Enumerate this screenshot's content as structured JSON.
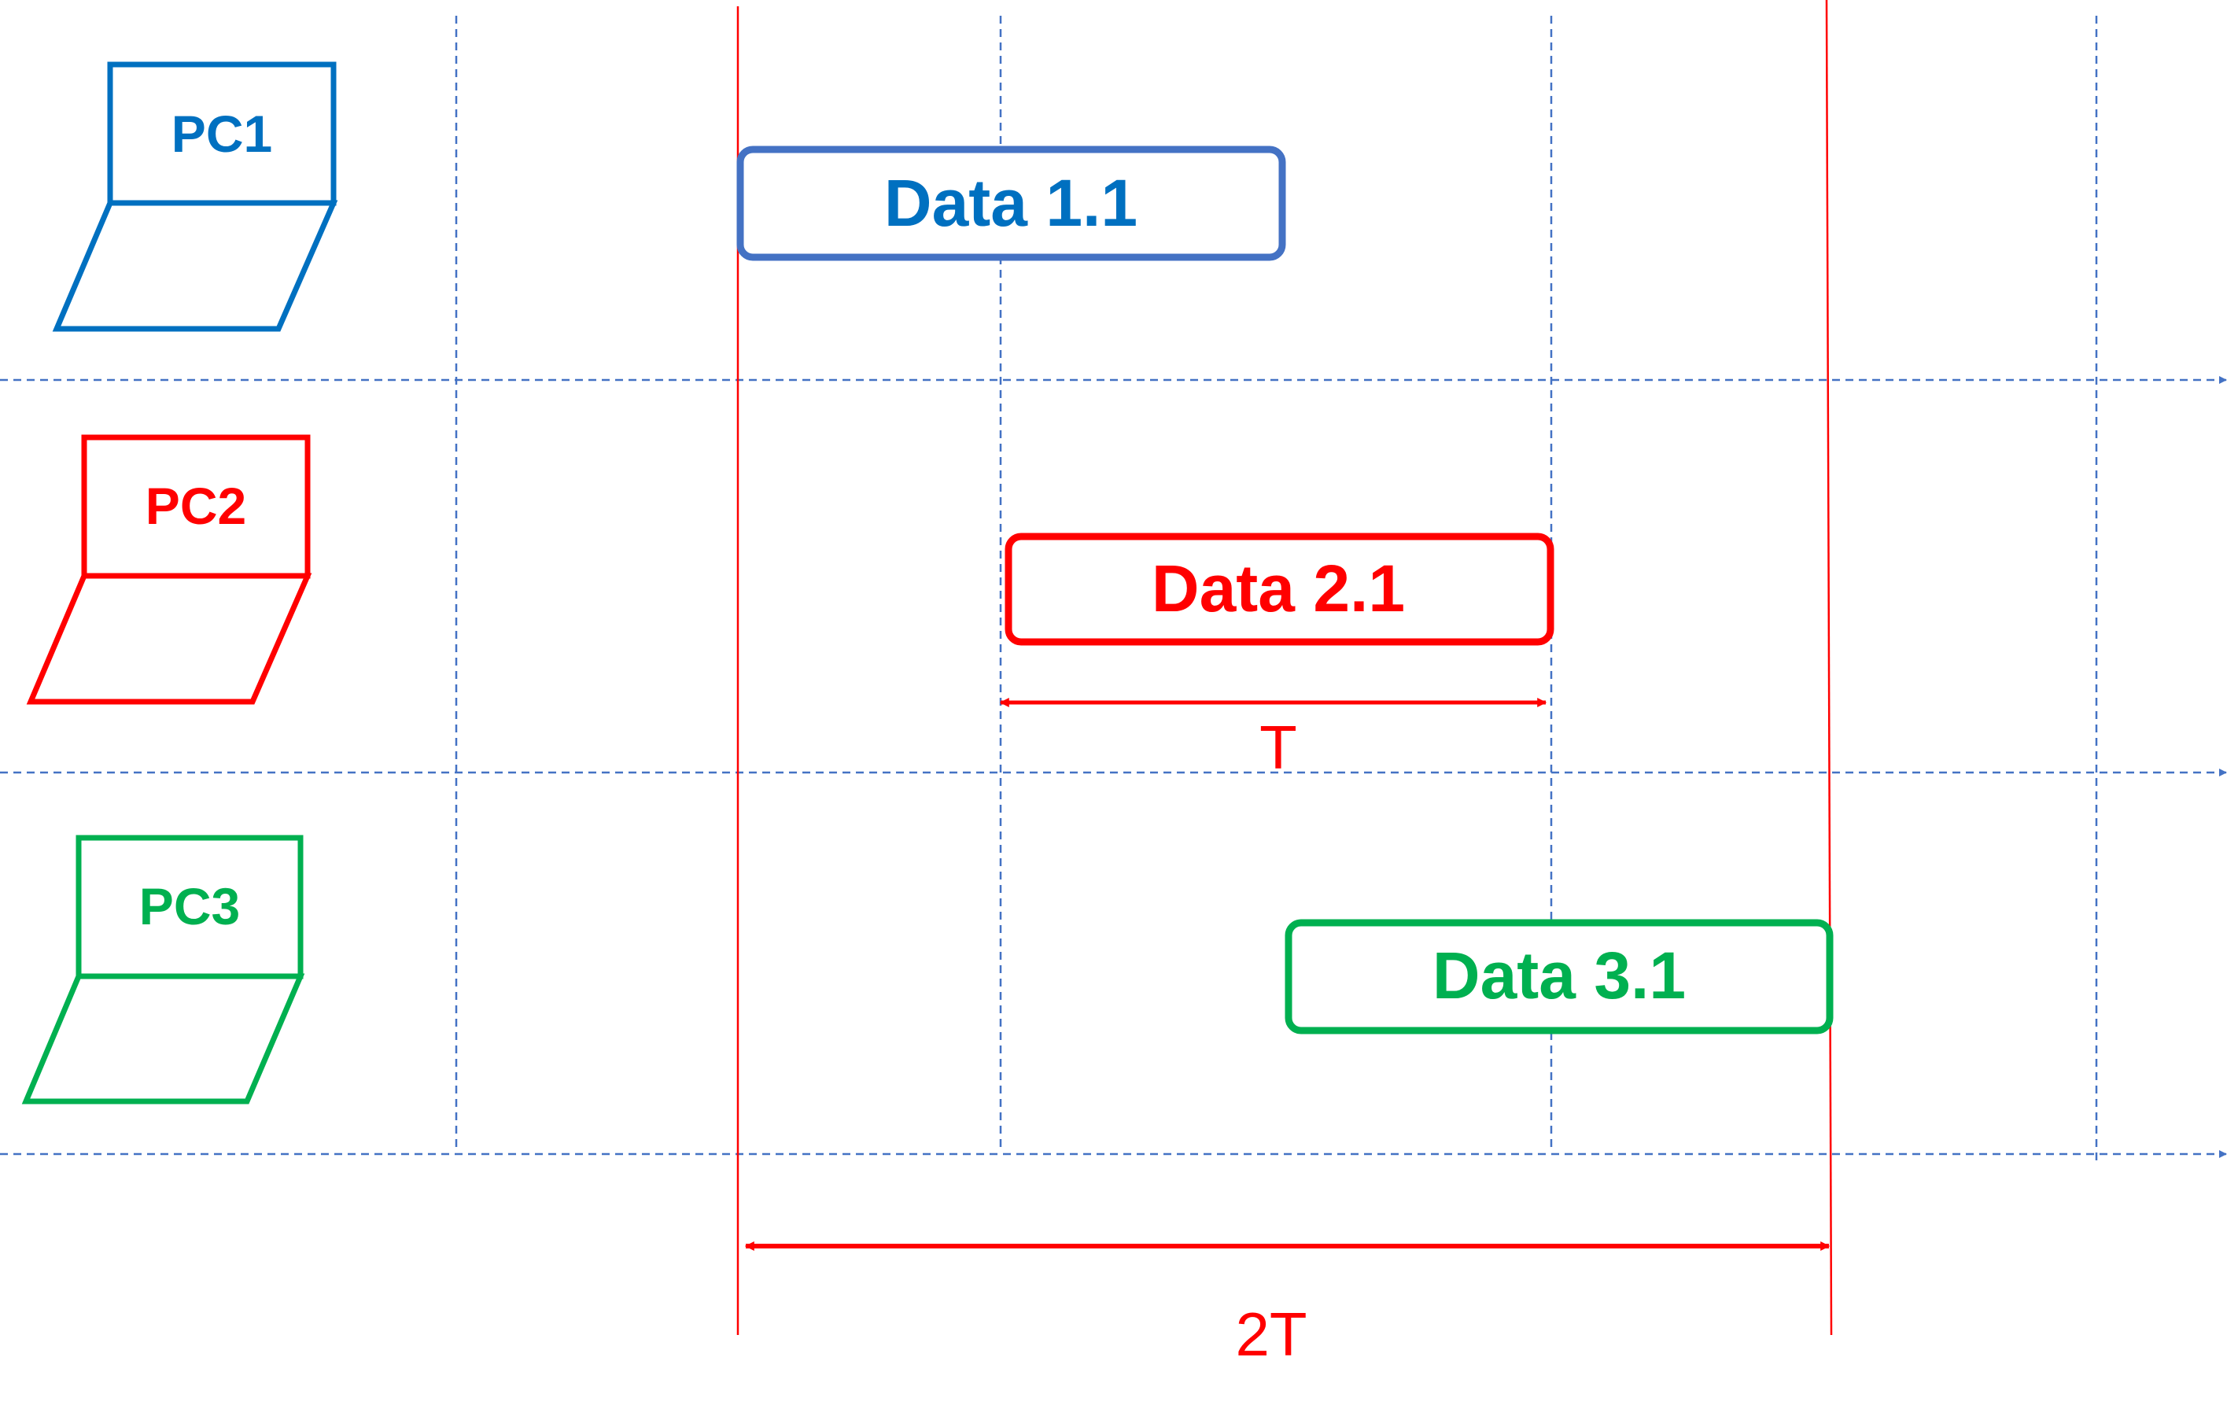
{
  "colors": {
    "grid": "#4472C4",
    "pc1": "#0070C0",
    "pc2": "#FF0000",
    "pc3": "#00B050",
    "data1_border": "#4472C4",
    "data1_text": "#0070C0",
    "data2": "#FF0000",
    "data3": "#00B050",
    "dimension": "#FF0000",
    "period_marker": "#FF0000"
  },
  "computers": [
    {
      "label": "PC1",
      "icon": "laptop-icon"
    },
    {
      "label": "PC2",
      "icon": "laptop-icon"
    },
    {
      "label": "PC3",
      "icon": "laptop-icon"
    }
  ],
  "frames": [
    {
      "label": "Data 1.1"
    },
    {
      "label": "Data 2.1"
    },
    {
      "label": "Data 3.1"
    }
  ],
  "dimensions": {
    "frame_duration": "T",
    "total_span": "2T"
  }
}
